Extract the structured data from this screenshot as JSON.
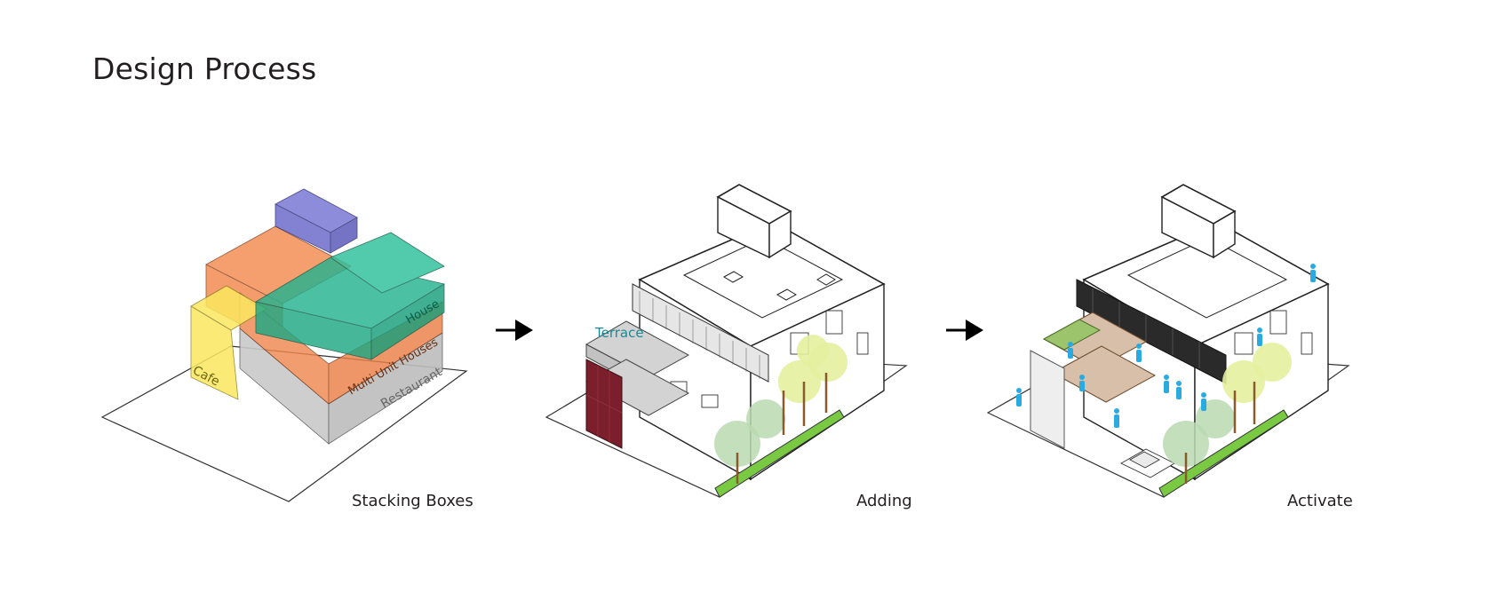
{
  "title": "Design Process",
  "steps": [
    {
      "caption": "Stacking Boxes",
      "labels": {
        "cafe": "Cafe",
        "house": "House",
        "multi_unit": "Multi Unit Houses",
        "restaurant": "Restaurant"
      },
      "colors": {
        "cafe": "#fbe85f",
        "house_top": "#6d6ccb",
        "orange": "#f2874b",
        "green": "#1fb38e",
        "restaurant": "#c5c5c5"
      }
    },
    {
      "caption": "Adding",
      "labels": {
        "terrace": "Terrace"
      },
      "colors": {
        "terrace": "#1a8a96",
        "screen": "#7a1f2b",
        "lawn": "#7ac943",
        "trees": "#d9ea9a"
      }
    },
    {
      "caption": "Activate",
      "colors": {
        "people": "#29abe2",
        "lawn": "#7ac943",
        "pergola": "#c8a98f"
      }
    }
  ],
  "arrow_icon": "arrow-right-icon"
}
